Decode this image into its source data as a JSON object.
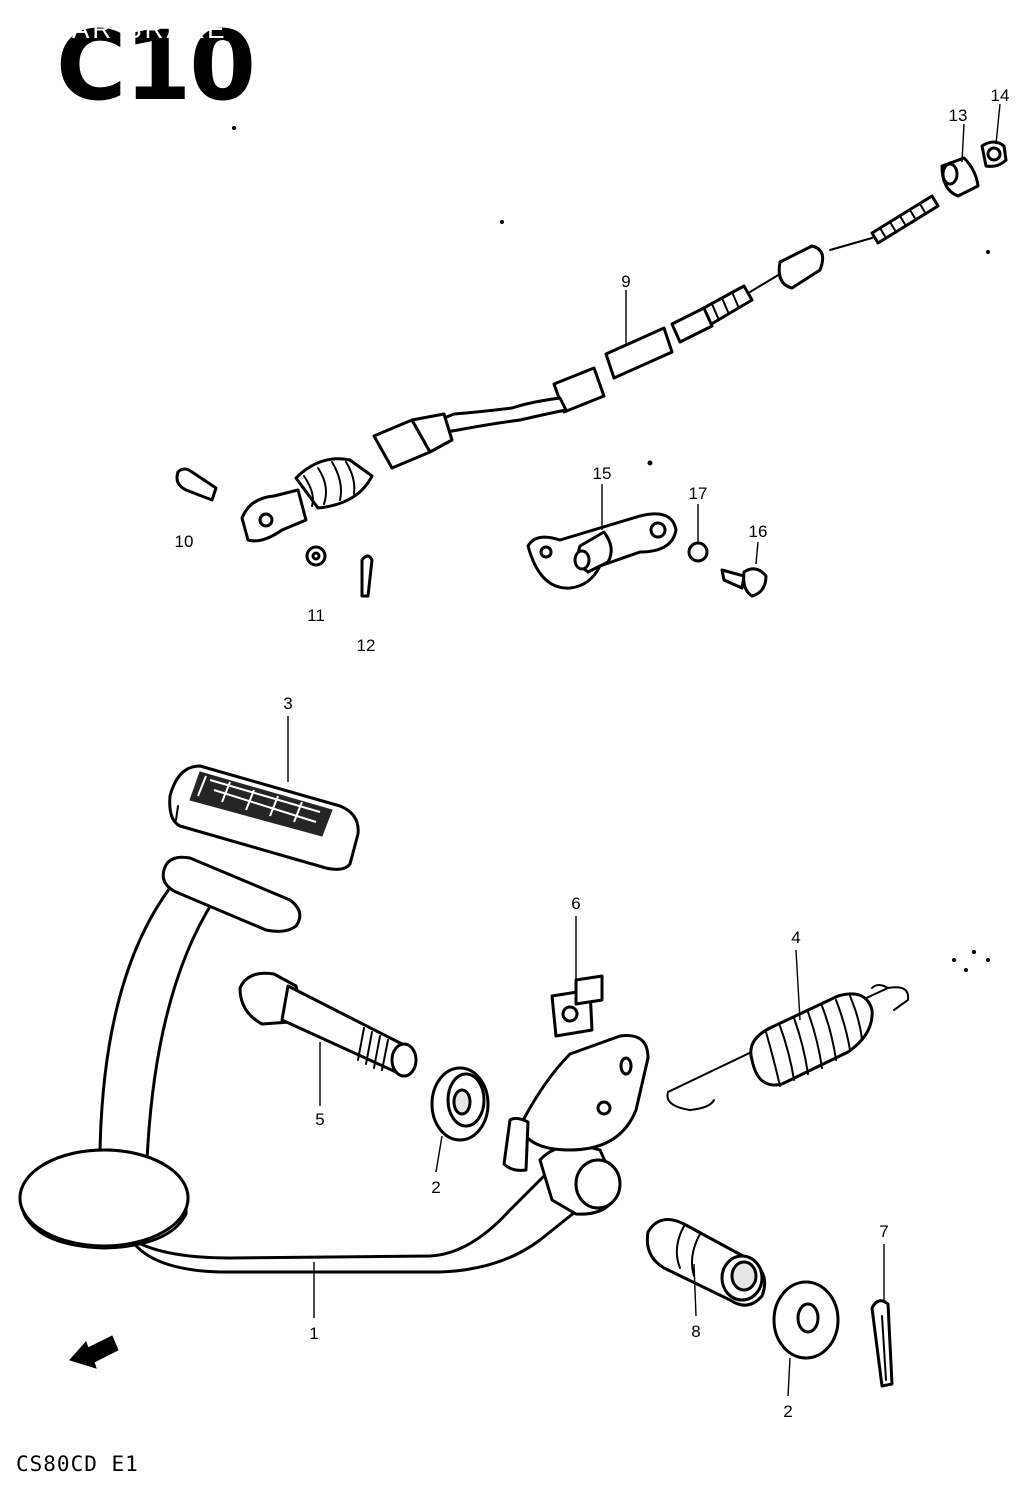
{
  "header": {
    "code": "C10",
    "title": "AR BRAKE"
  },
  "footer": {
    "model_code": "CS80CD E1"
  },
  "callouts": [
    {
      "label": "1"
    },
    {
      "label": "2"
    },
    {
      "label": "2"
    },
    {
      "label": "3"
    },
    {
      "label": "4"
    },
    {
      "label": "5"
    },
    {
      "label": "6"
    },
    {
      "label": "7"
    },
    {
      "label": "8"
    },
    {
      "label": "9"
    },
    {
      "label": "10"
    },
    {
      "label": "11"
    },
    {
      "label": "12"
    },
    {
      "label": "13"
    },
    {
      "label": "14"
    },
    {
      "label": "15"
    },
    {
      "label": "16"
    },
    {
      "label": "17"
    }
  ]
}
